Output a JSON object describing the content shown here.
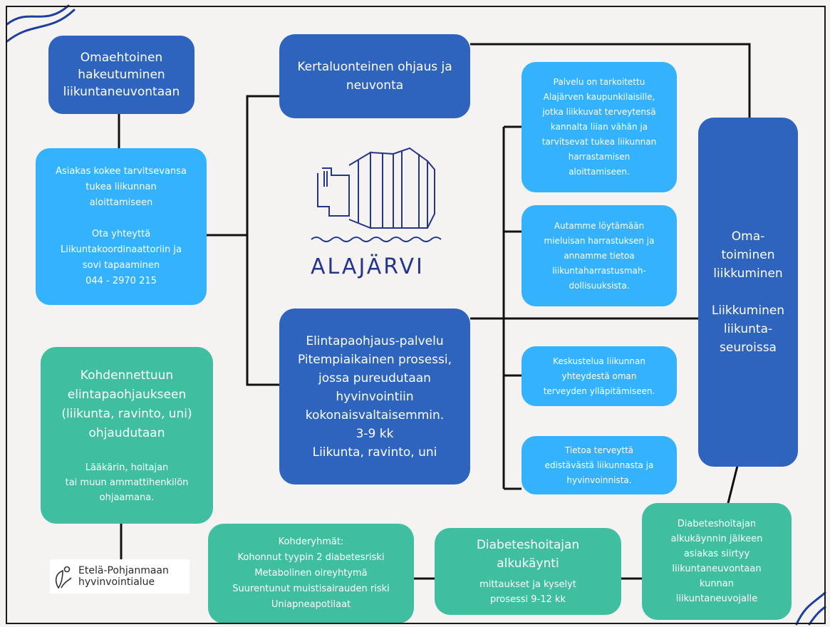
{
  "colors": {
    "dark_blue": "#2e64bd",
    "light_blue": "#35b2fd",
    "teal": "#3fbfa0",
    "connector": "#111111",
    "logo_navy": "#24358a"
  },
  "boxes": {
    "self_referral": "Omaehtoinen\nhakeutuminen\nliikuntaneuvontaan",
    "contact": {
      "need": "Asiakas kokee tarvitsevansa\ntukea liikunnan\naloittamiseen",
      "instructions": "Ota yhteyttä\nLiikuntakoordinaattoriin ja\nsovi tapaaminen",
      "phone": "044 - 2970 215"
    },
    "one_time_guidance": "Kertaluonteinen ohjaus ja\nneuvonta",
    "service_purpose": "Palvelu on tarkoitettu\nAlajärven kaupunkilaisille,\njotka liikkuvat terveytensä\nkannalta liian vähän ja\ntarvitsevat tukea liikunnan\nharrastamisen\naloittamiseen.",
    "help_find": "Autamme löytämään\nmieluisan harrastuksen ja\nannamme tietoa\nliikuntaharrastusmah-\ndollisuuksista.",
    "lifestyle_service": {
      "title": "Elintapaohjaus-palvelu\nPitempiaikainen prosessi,\njossa pureudutaan\nhyvinvointiin\nkokonaisvaltaisemmin.",
      "duration": "3-9 kk",
      "topics": "Liikunta, ravinto, uni"
    },
    "discussion": "Keskustelua liikunnan\nyhteydestä oman\nterveyden ylläpitämiseen.",
    "information": "Tietoa terveyttä\nedistävästä liikunnasta ja\nhyvinvoinnista.",
    "independent_exercise": {
      "line1": "Oma-\ntoiminen\nliikkuminen",
      "line2": "Liikkuminen\nliikunta-\nseuroissa"
    },
    "targeted_guidance": {
      "title": "Kohdennettuun\nelintapaohjaukseen\n(liikunta, ravinto, uni)\nohjaudutaan",
      "subtitle": "Lääkärin, hoitajan\ntai muun ammattihenkilön\nohjaamana."
    },
    "target_groups": {
      "title": "Kohderyhmät:",
      "items": "Kohonnut tyypin 2 diabetesriski\nMetabolinen oireyhtymä\nSuurentunut muistisairauden riski\nUniapneapotilaat"
    },
    "diabetes_visit": {
      "title": "Diabeteshoitajan\nalkukäynti",
      "subtitle": "mittaukset ja kyselyt\nprosessi 9-12 kk"
    },
    "after_visit": "Diabeteshoitajan\nalkukäynnin jälkeen\nasiakas siirtyy\nliikuntaneuvontaan\nkunnan\nliikuntaneuvojalle"
  },
  "logos": {
    "alajarvi": "ALAJÄRVI",
    "ep_line1": "Etelä-Pohjanmaan",
    "ep_line2": "hyvinvointialue"
  }
}
